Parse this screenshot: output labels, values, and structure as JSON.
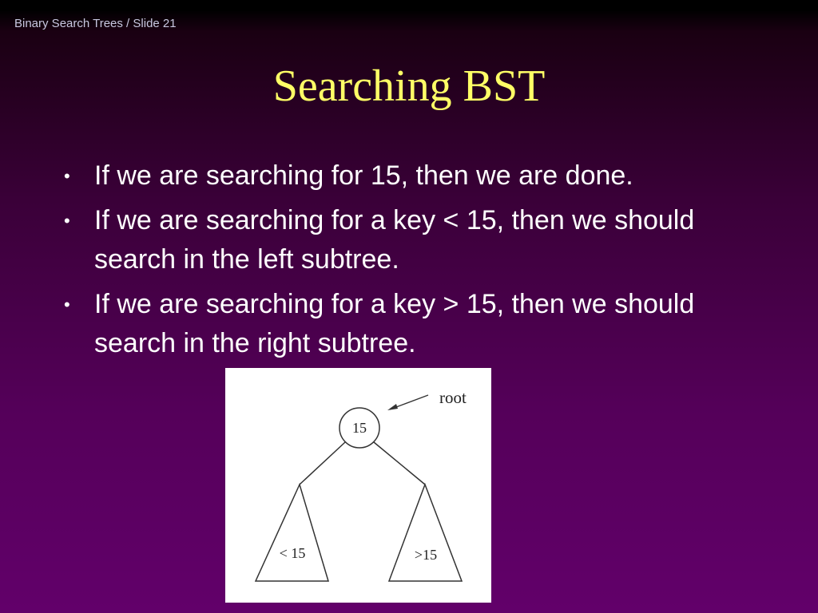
{
  "header": {
    "label": "Binary Search Trees / Slide 21"
  },
  "title": "Searching BST",
  "bullets": [
    {
      "text": "If we are searching for 15, then we are done."
    },
    {
      "text": "If we are searching for a key < 15, then we should search in the left subtree."
    },
    {
      "text": "If we are searching for a key > 15, then we should search in the right subtree."
    }
  ],
  "diagram": {
    "root_label": "root",
    "root_value": "15",
    "left_subtree_label": "< 15",
    "right_subtree_label": ">15"
  }
}
